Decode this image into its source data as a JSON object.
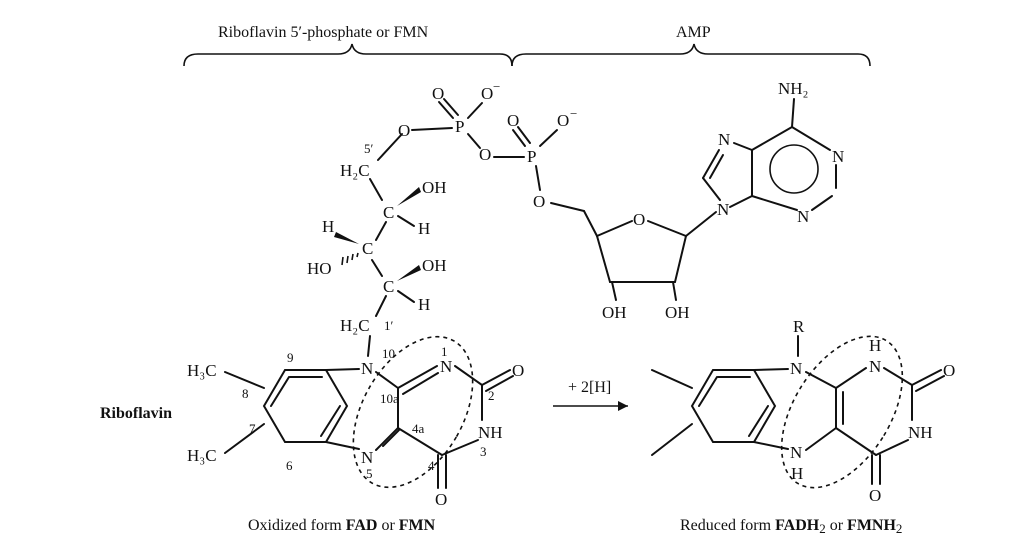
{
  "brackets": {
    "fmn_label": "Riboflavin 5′-phosphate or FMN",
    "amp_label": "AMP"
  },
  "labels": {
    "riboflavin": "Riboflavin",
    "reaction": "+ 2[H]",
    "oxidized_prefix": "Oxidized form ",
    "oxidized_fad": "FAD",
    "oxidized_or": " or ",
    "oxidized_fmn": "FMN",
    "reduced_prefix": "Reduced form ",
    "reduced_fadh": "FADH",
    "reduced_sub1": "2",
    "reduced_or": " or ",
    "reduced_fmnh": "FMNH",
    "reduced_sub2": "2"
  },
  "atoms": {
    "O": "O",
    "O_minus": "O",
    "minus": "−",
    "P": "P",
    "N": "N",
    "NH": "NH",
    "H": "H",
    "C": "C",
    "OH": "OH",
    "HO": "HO",
    "H2C": "H₂C",
    "H3C": "H₃C",
    "NH2": "NH₂",
    "R": "R"
  },
  "numbering": {
    "n1": "1",
    "n2": "2",
    "n3": "3",
    "n4": "4",
    "n4a": "4a",
    "n5": "5",
    "n6": "6",
    "n7": "7",
    "n8": "8",
    "n9": "9",
    "n10": "10",
    "n10a": "10a",
    "c5p": "5′",
    "c1p": "1′"
  }
}
